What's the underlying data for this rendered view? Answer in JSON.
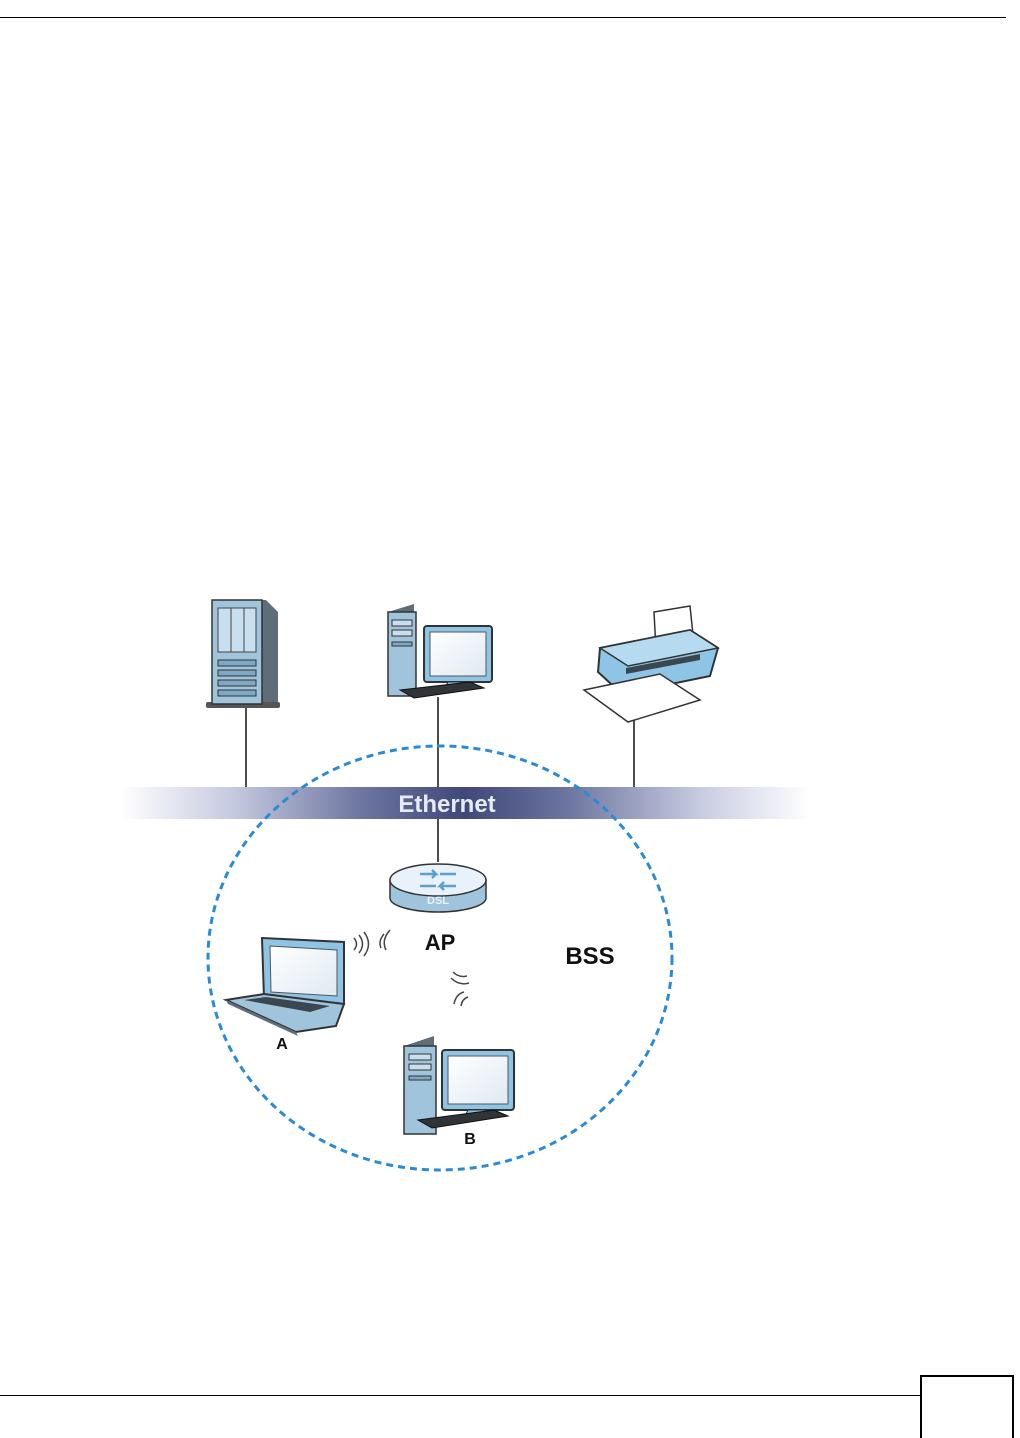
{
  "diagram": {
    "network_label": "Ethernet",
    "access_point_label": "AP",
    "bss_label": "BSS",
    "router_badge": "DSL",
    "laptop_label": "A",
    "desktop_station_label": "B"
  },
  "footer": {
    "page_number": ""
  },
  "colors": {
    "bss_circle": "#2a8ad4",
    "device_blue": "#8ec5e6",
    "device_dark": "#333333",
    "ethernet_band": "#4a5482"
  },
  "icons": [
    "server-icon",
    "desktop-computer-icon",
    "printer-icon",
    "router-icon",
    "laptop-icon",
    "wifi-signal-icon"
  ]
}
